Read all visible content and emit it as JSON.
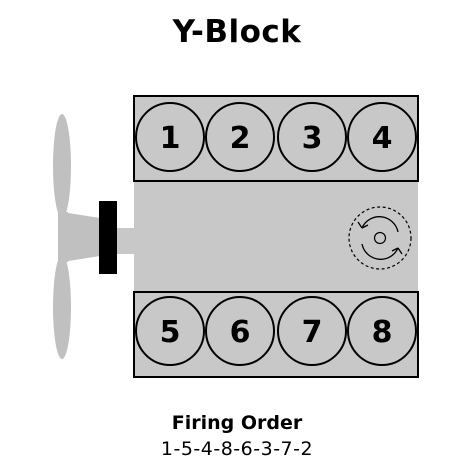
{
  "title": "Y-Block",
  "cylinders": {
    "top_bank": [
      "1",
      "2",
      "3",
      "4"
    ],
    "bottom_bank": [
      "5",
      "6",
      "7",
      "8"
    ]
  },
  "firing_order": {
    "label": "Firing Order",
    "sequence": "1-5-4-8-6-3-7-2"
  },
  "icons": {
    "fan": "fan-icon",
    "pulley": "crank-pulley-icon",
    "rotation": "rotation-direction-icon"
  },
  "colors": {
    "block_gray": "#c8c8c8",
    "fan_gray": "#c0c0c0",
    "outline": "#000000",
    "background": "#ffffff"
  }
}
